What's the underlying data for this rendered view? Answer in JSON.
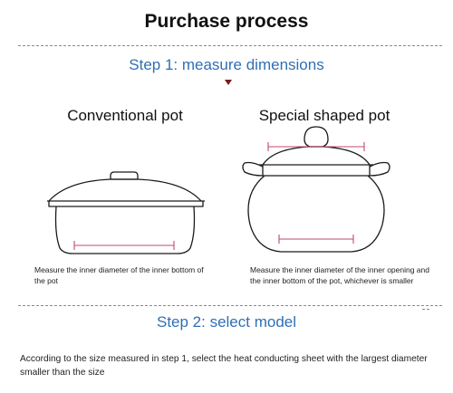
{
  "page": {
    "title": "Purchase process",
    "step1": "Step 1: measure dimensions",
    "step2": "Step 2: select model"
  },
  "conventional": {
    "heading": "Conventional pot",
    "caption": "Measure the inner diameter of the inner bottom of the pot"
  },
  "special": {
    "heading": "Special shaped pot",
    "caption": "Measure the inner diameter of the inner opening and the inner bottom of the pot, whichever is smaller"
  },
  "instruction": "According to the size measured in step 1, select the heat conducting sheet with the largest diameter smaller than the size",
  "colors": {
    "accent_blue": "#2f6fb5",
    "arrow": "#7b1a1a",
    "measure_line": "#c04a6a",
    "outline": "#1a1a1a"
  }
}
